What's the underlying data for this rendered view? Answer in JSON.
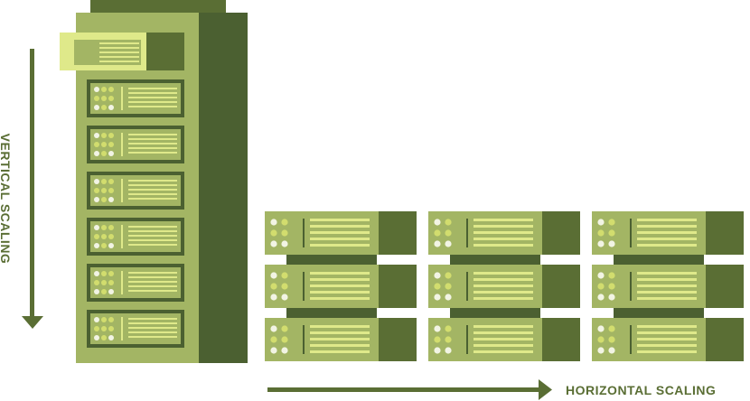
{
  "labels": {
    "vertical": "VERTICAL SCALING",
    "horizontal": "HORIZONTAL SCALING"
  },
  "colors": {
    "tower_frame": "#a3b564",
    "tower_side": "#4b6031",
    "tower_cap": "#5a6e34",
    "unit_face": "#a3b564",
    "unit_side": "#5a6e34",
    "unit_panel": "#4b6031",
    "highlight_unit": "#dfe98a",
    "highlight_side": "#5a6e34",
    "stripe": "#dfe98a",
    "dot_yellow": "#d2dd6e",
    "dot_white": "#f2f4e4",
    "arrow": "#5a6e34"
  },
  "diagram": {
    "tower_unit_count": 6,
    "highlighted_unit_count": 1,
    "horizontal_columns": 3,
    "horizontal_rows": 3
  }
}
